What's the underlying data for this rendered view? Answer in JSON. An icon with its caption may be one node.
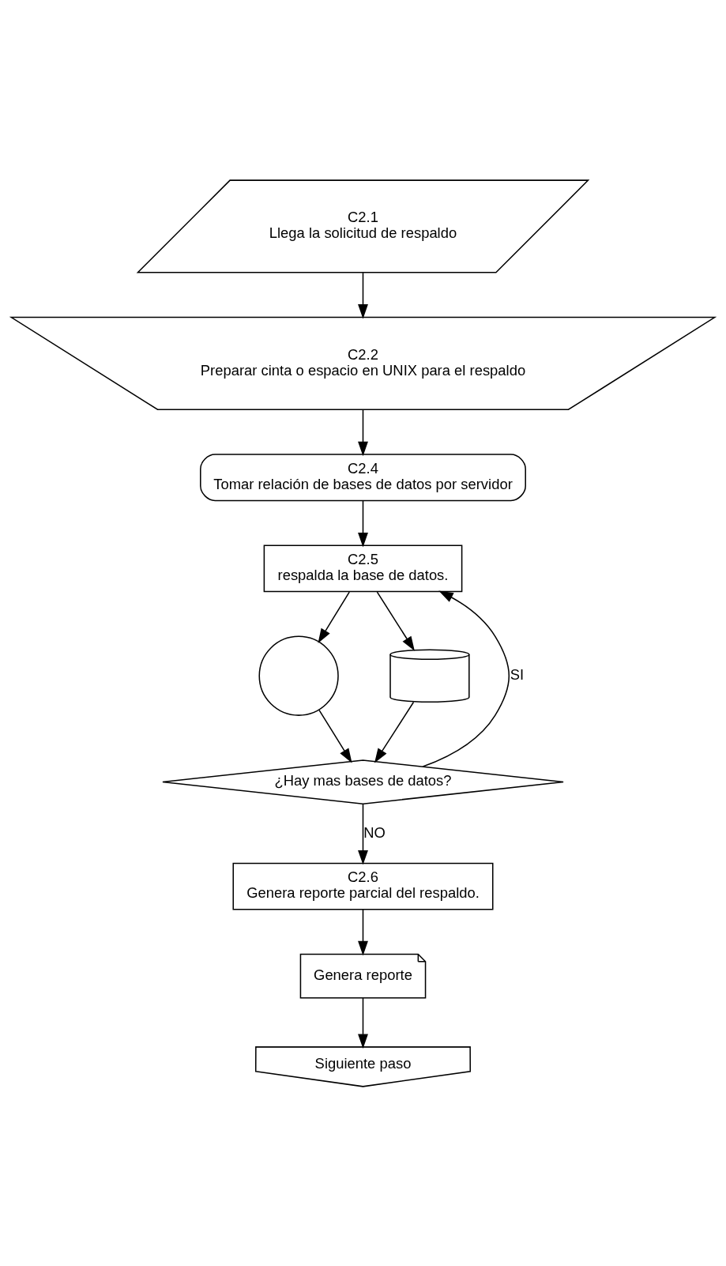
{
  "diagram": {
    "nodes": [
      {
        "text": [
          "C2.1",
          "Llega la solicitud de respaldo"
        ]
      },
      {
        "text": [
          "C2.2",
          "Preparar cinta o espacio en UNIX para el respaldo"
        ]
      },
      {
        "text": [
          "C2.4",
          "Tomar relación de bases de datos por servidor"
        ]
      },
      {
        "text": [
          "C2.5",
          "respalda la base de datos."
        ]
      },
      {
        "text": [],
        "shape": "circle"
      },
      {
        "text": [],
        "shape": "cylinder"
      },
      {
        "text": [
          "¿Hay mas bases de datos?"
        ]
      },
      {
        "text": [
          "C2.6",
          "Genera reporte parcial del respaldo."
        ]
      },
      {
        "text": [
          "Genera reporte"
        ]
      },
      {
        "text": [
          "Siguiente paso"
        ]
      }
    ],
    "edges": [
      {
        "from": 0,
        "to": 1,
        "arrow": "to"
      },
      {
        "from": 1,
        "to": 2,
        "arrow": "to"
      },
      {
        "from": 2,
        "to": 3,
        "arrow": "to"
      },
      {
        "from": 3,
        "to": 4,
        "arrow": "to"
      },
      {
        "from": 3,
        "to": 5,
        "arrow": "to"
      },
      {
        "from": 4,
        "to": 6,
        "arrow": "to"
      },
      {
        "from": 5,
        "to": 6,
        "arrow": "to"
      },
      {
        "from": 6,
        "to": 3,
        "arrow": "to",
        "label": "SI"
      },
      {
        "from": 6,
        "to": 7,
        "arrow": "to",
        "label": "NO"
      },
      {
        "from": 7,
        "to": 8,
        "arrow": "to"
      },
      {
        "from": 8,
        "to": 9,
        "arrow": "to"
      }
    ]
  }
}
